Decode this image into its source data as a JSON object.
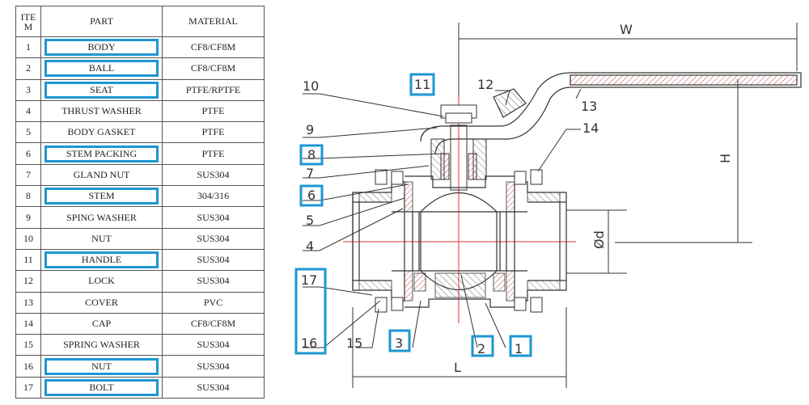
{
  "table": {
    "headers": {
      "item": "ITEM",
      "part": "PART",
      "material": "MATERIAL"
    },
    "rows": [
      {
        "item": "1",
        "part": "BODY",
        "material": "CF8/CF8M",
        "highlighted": true
      },
      {
        "item": "2",
        "part": "BALL",
        "material": "CF8/CF8M",
        "highlighted": true
      },
      {
        "item": "3",
        "part": "SEAT",
        "material": "PTFE/RPTFE",
        "highlighted": true
      },
      {
        "item": "4",
        "part": "THRUST WASHER",
        "material": "PTFE",
        "highlighted": false
      },
      {
        "item": "5",
        "part": "BODY GASKET",
        "material": "PTFE",
        "highlighted": false
      },
      {
        "item": "6",
        "part": "STEM PACKING",
        "material": "PTFE",
        "highlighted": true
      },
      {
        "item": "7",
        "part": "GLAND NUT",
        "material": "SUS304",
        "highlighted": false
      },
      {
        "item": "8",
        "part": "STEM",
        "material": "304/316",
        "highlighted": true
      },
      {
        "item": "9",
        "part": "SPING WASHER",
        "material": "SUS304",
        "highlighted": false
      },
      {
        "item": "10",
        "part": "NUT",
        "material": "SUS304",
        "highlighted": false
      },
      {
        "item": "11",
        "part": "HANDLE",
        "material": "SUS304",
        "highlighted": true
      },
      {
        "item": "12",
        "part": "LOCK",
        "material": "SUS304",
        "highlighted": false
      },
      {
        "item": "13",
        "part": "COVER",
        "material": "PVC",
        "highlighted": false
      },
      {
        "item": "14",
        "part": "CAP",
        "material": "CF8/CF8M",
        "highlighted": false
      },
      {
        "item": "15",
        "part": "SPRING WASHER",
        "material": "SUS304",
        "highlighted": false
      },
      {
        "item": "16",
        "part": "NUT",
        "material": "SUS304",
        "highlighted": true
      },
      {
        "item": "17",
        "part": "BOLT",
        "material": "SUS304",
        "highlighted": true
      }
    ]
  },
  "diagram": {
    "callouts": [
      "1",
      "2",
      "3",
      "4",
      "5",
      "6",
      "7",
      "8",
      "9",
      "10",
      "11",
      "12",
      "13",
      "14",
      "15",
      "16",
      "17"
    ],
    "dimensions": {
      "width": "W",
      "height": "H",
      "diameter": "Ød",
      "length": "L"
    }
  },
  "colors": {
    "highlight": "#1e96d2",
    "centerline": "#e03030",
    "line": "#333333",
    "hatch": "#e05050"
  }
}
